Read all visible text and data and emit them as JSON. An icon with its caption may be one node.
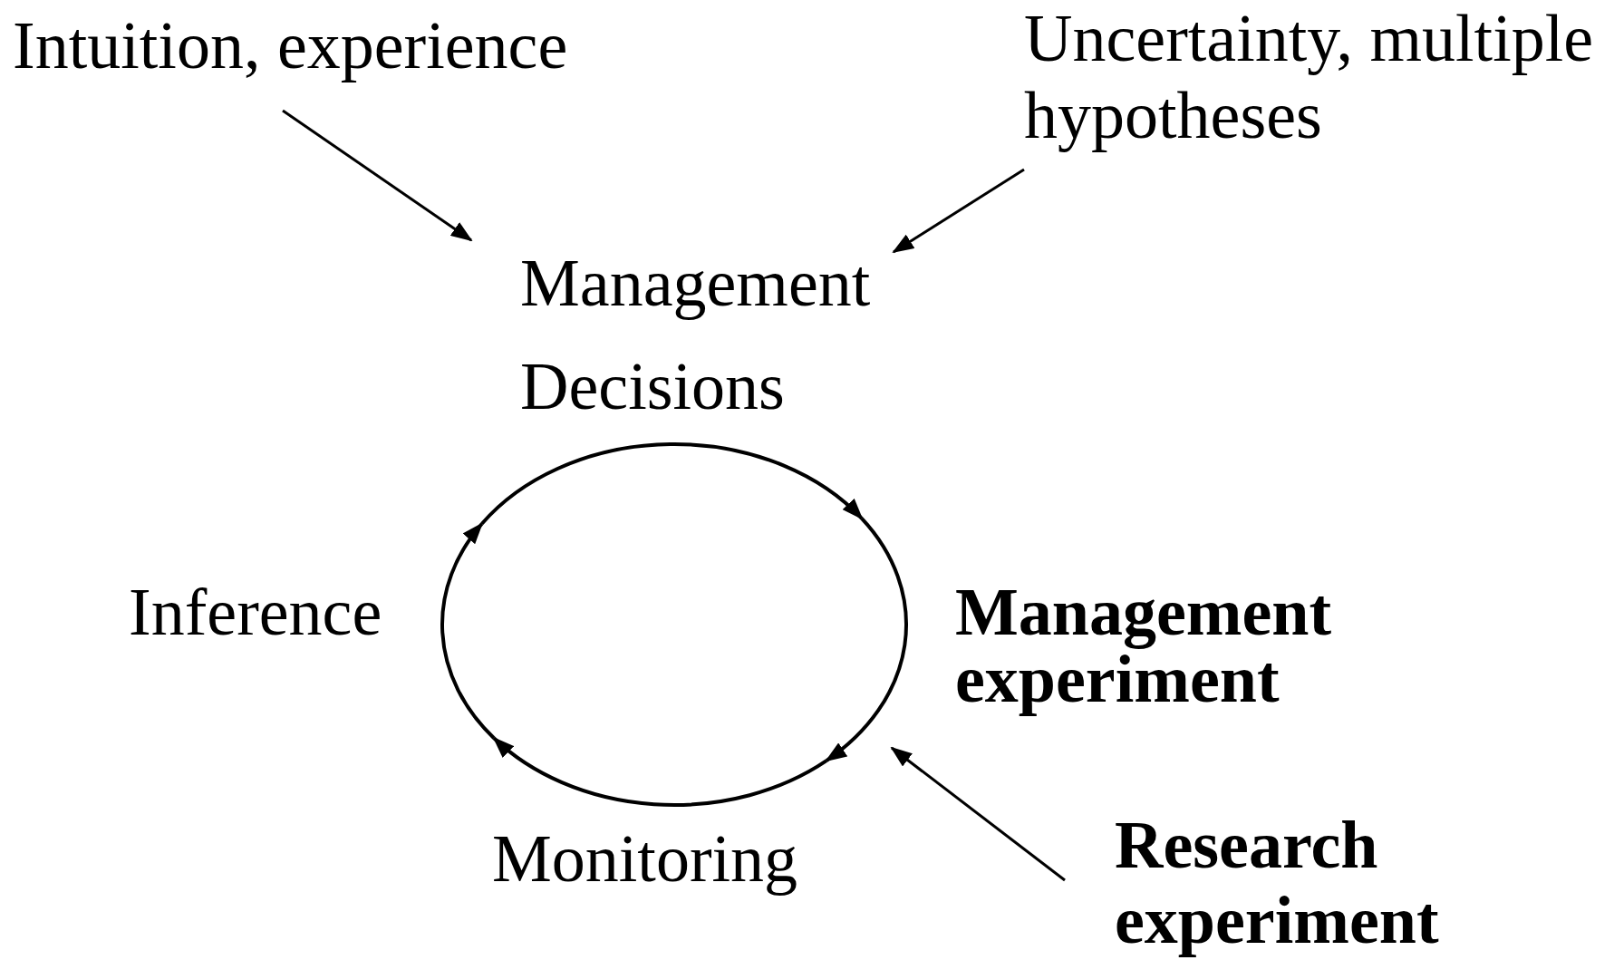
{
  "diagram": {
    "nodes": [
      {
        "text": [
          "Intuition, experience"
        ]
      },
      {
        "text": [
          "Uncertainty, multiple hypotheses"
        ]
      },
      {
        "text": [
          "Management Decisions"
        ]
      },
      {
        "text": [
          "Inference"
        ]
      },
      {
        "text": [
          "Management experiment"
        ]
      },
      {
        "text": [
          "Monitoring"
        ]
      },
      {
        "text": [
          "Research experiment"
        ]
      },
      {
        "text": [],
        "shape": "circle"
      }
    ],
    "edges": [
      {
        "from": 0,
        "to": 2,
        "arrow": "to"
      },
      {
        "from": 1,
        "to": 2,
        "arrow": "to"
      },
      {
        "from": 6,
        "to": 7,
        "arrow": "to"
      }
    ]
  }
}
